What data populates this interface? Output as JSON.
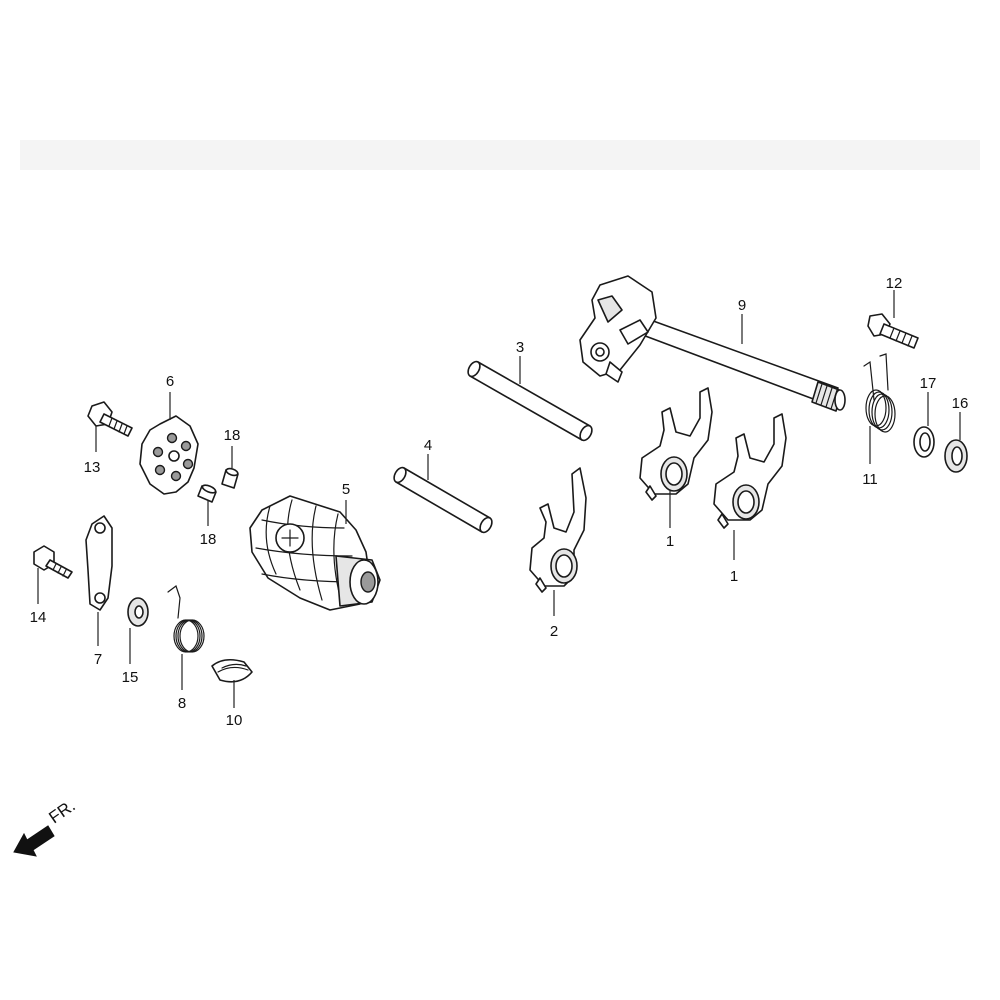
{
  "diagram": {
    "callouts": [
      {
        "id": "c1a",
        "label": "1"
      },
      {
        "id": "c1b",
        "label": "1"
      },
      {
        "id": "c2",
        "label": "2"
      },
      {
        "id": "c3",
        "label": "3"
      },
      {
        "id": "c4",
        "label": "4"
      },
      {
        "id": "c5",
        "label": "5"
      },
      {
        "id": "c6",
        "label": "6"
      },
      {
        "id": "c7",
        "label": "7"
      },
      {
        "id": "c8",
        "label": "8"
      },
      {
        "id": "c9",
        "label": "9"
      },
      {
        "id": "c10",
        "label": "10"
      },
      {
        "id": "c11",
        "label": "11"
      },
      {
        "id": "c12",
        "label": "12"
      },
      {
        "id": "c13",
        "label": "13"
      },
      {
        "id": "c14",
        "label": "14"
      },
      {
        "id": "c15",
        "label": "15"
      },
      {
        "id": "c16",
        "label": "16"
      },
      {
        "id": "c17",
        "label": "17"
      },
      {
        "id": "c18a",
        "label": "18"
      },
      {
        "id": "c18b",
        "label": "18"
      }
    ],
    "direction_label": "FR."
  }
}
